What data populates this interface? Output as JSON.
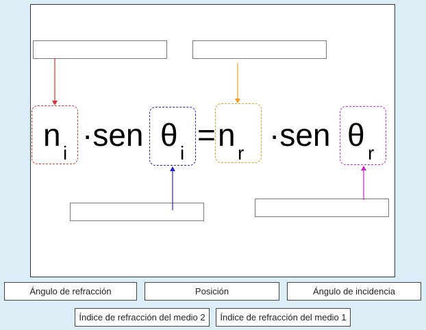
{
  "formula": {
    "n": "n",
    "sub_i": "i",
    "sub_r": "r",
    "dot_sen": "·sen",
    "theta": "θ",
    "equals": "="
  },
  "colors": {
    "n_i": "#e03030",
    "theta_i": "#2222cc",
    "n_r": "#e8a020",
    "theta_r": "#cc22cc"
  },
  "options": [
    "Ángulo de refracción",
    "Posición",
    "Ángulo de incidencia",
    "Índice de refracción del medio 2",
    "Índice de refracción del medio 1"
  ]
}
